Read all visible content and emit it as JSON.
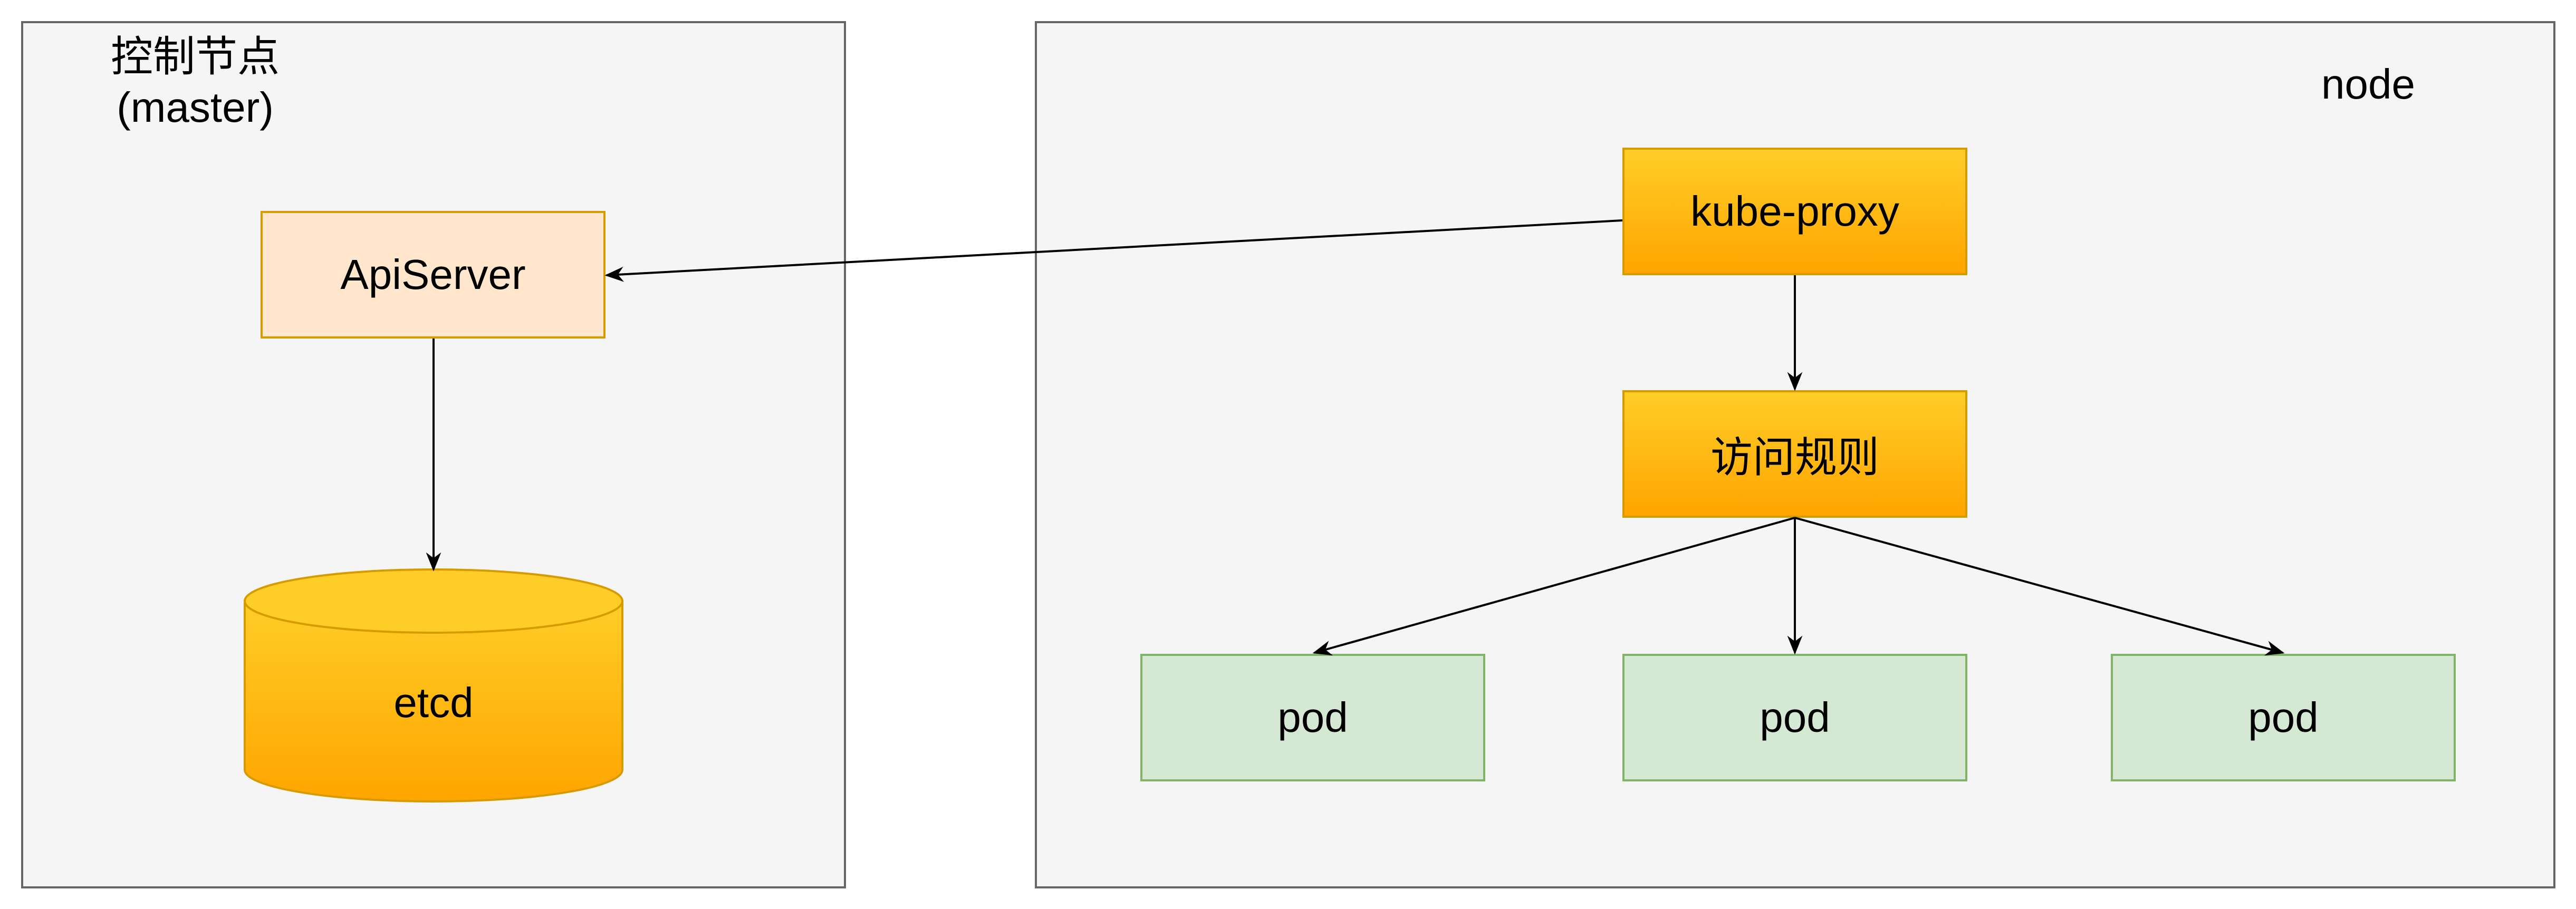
{
  "master": {
    "title_line1": "控制节点",
    "title_line2": "(master)"
  },
  "node": {
    "title": "node"
  },
  "components": {
    "apiserver": "ApiServer",
    "etcd": "etcd",
    "kube_proxy": "kube-proxy",
    "access_rules": "访问规则",
    "pods": [
      "pod",
      "pod",
      "pod"
    ]
  },
  "colors": {
    "container_fill": "#f5f5f5",
    "container_border": "#666666",
    "apiserver_fill": "#ffe6cc",
    "orange_top": "#ffcd28",
    "orange_bottom": "#ffa500",
    "orange_border": "#d79b00",
    "pod_fill": "#d5e8d4",
    "pod_border": "#82b366",
    "arrow": "#000000"
  }
}
